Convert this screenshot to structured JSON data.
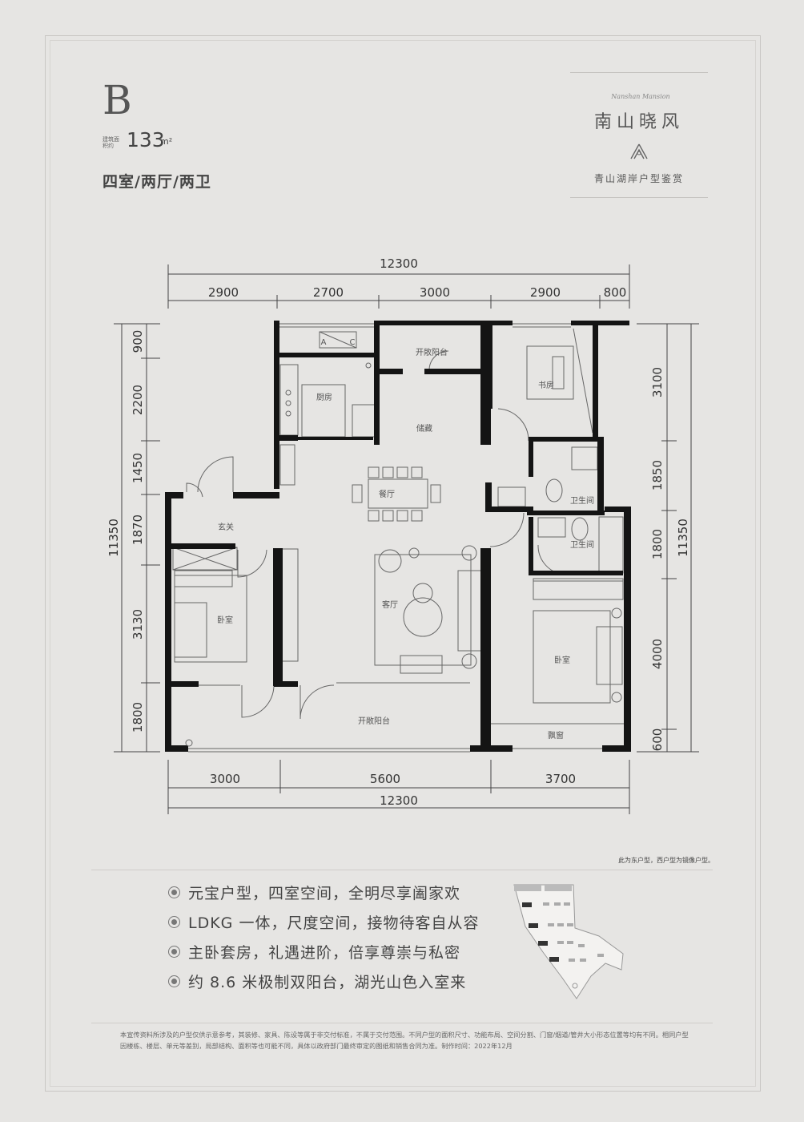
{
  "header": {
    "plan_letter": "B",
    "area_label": "建筑面积约",
    "area_value": "133",
    "area_unit": "m²",
    "rooms": "四室/两厅/两卫"
  },
  "logo": {
    "script_text": "Nanshan Mansion",
    "title": "南山晓风",
    "subtitle": "青山湖岸户型鉴赏"
  },
  "dimensions": {
    "top_total": "12300",
    "top_segments": [
      "2900",
      "2700",
      "3000",
      "2900",
      "800"
    ],
    "bottom_segments": [
      "3000",
      "5600",
      "3700"
    ],
    "bottom_total": "12300",
    "left_total": "11350",
    "left_segments": [
      "900",
      "2200",
      "1450",
      "1870",
      "3130",
      "1800"
    ],
    "right_total": "11350",
    "right_segments": [
      "3100",
      "1850",
      "1800",
      "4000",
      "600"
    ]
  },
  "rooms": {
    "open_balcony_top": "开敞阳台",
    "kitchen": "厨房",
    "storage": "储藏",
    "study": "书房",
    "bathroom_1": "卫生间",
    "bathroom_2": "卫生间",
    "dining": "餐厅",
    "foyer": "玄关",
    "living": "客厅",
    "bedroom_left": "卧室",
    "bedroom_master": "卧室",
    "open_balcony_bottom": "开敞阳台",
    "bay_window": "飘窗",
    "kitchen_appliance_a": "A",
    "kitchen_appliance_c": "C"
  },
  "note": "此为东户型，西户型为镜像户型。",
  "features": [
    "元宝户型，四室空间，全明尽享阖家欢",
    "LDKG 一体，尺度空间，接物待客自从容",
    "主卧套房，礼遇进阶，倍享尊崇与私密",
    "约 8.6 米极制双阳台，湖光山色入室来"
  ],
  "disclaimer": "本宣传资料所涉及的户型仅供示意参考，其装修、家具、陈设等属于非交付标准，不属于交付范围。不同户型的面积尺寸、功能布局、空间分割、门窗/烟道/管井大小形态位置等均有不同。相同户型因楼栋、楼层、单元等差别，局部结构、面积等也可能不同，具体以政府部门最终审定的图纸和销售合同为准。制作时间：2022年12月",
  "colors": {
    "background": "#e6e5e3",
    "wall": "#141414",
    "text": "#3d3d3d",
    "frame": "#c9c7c4"
  }
}
